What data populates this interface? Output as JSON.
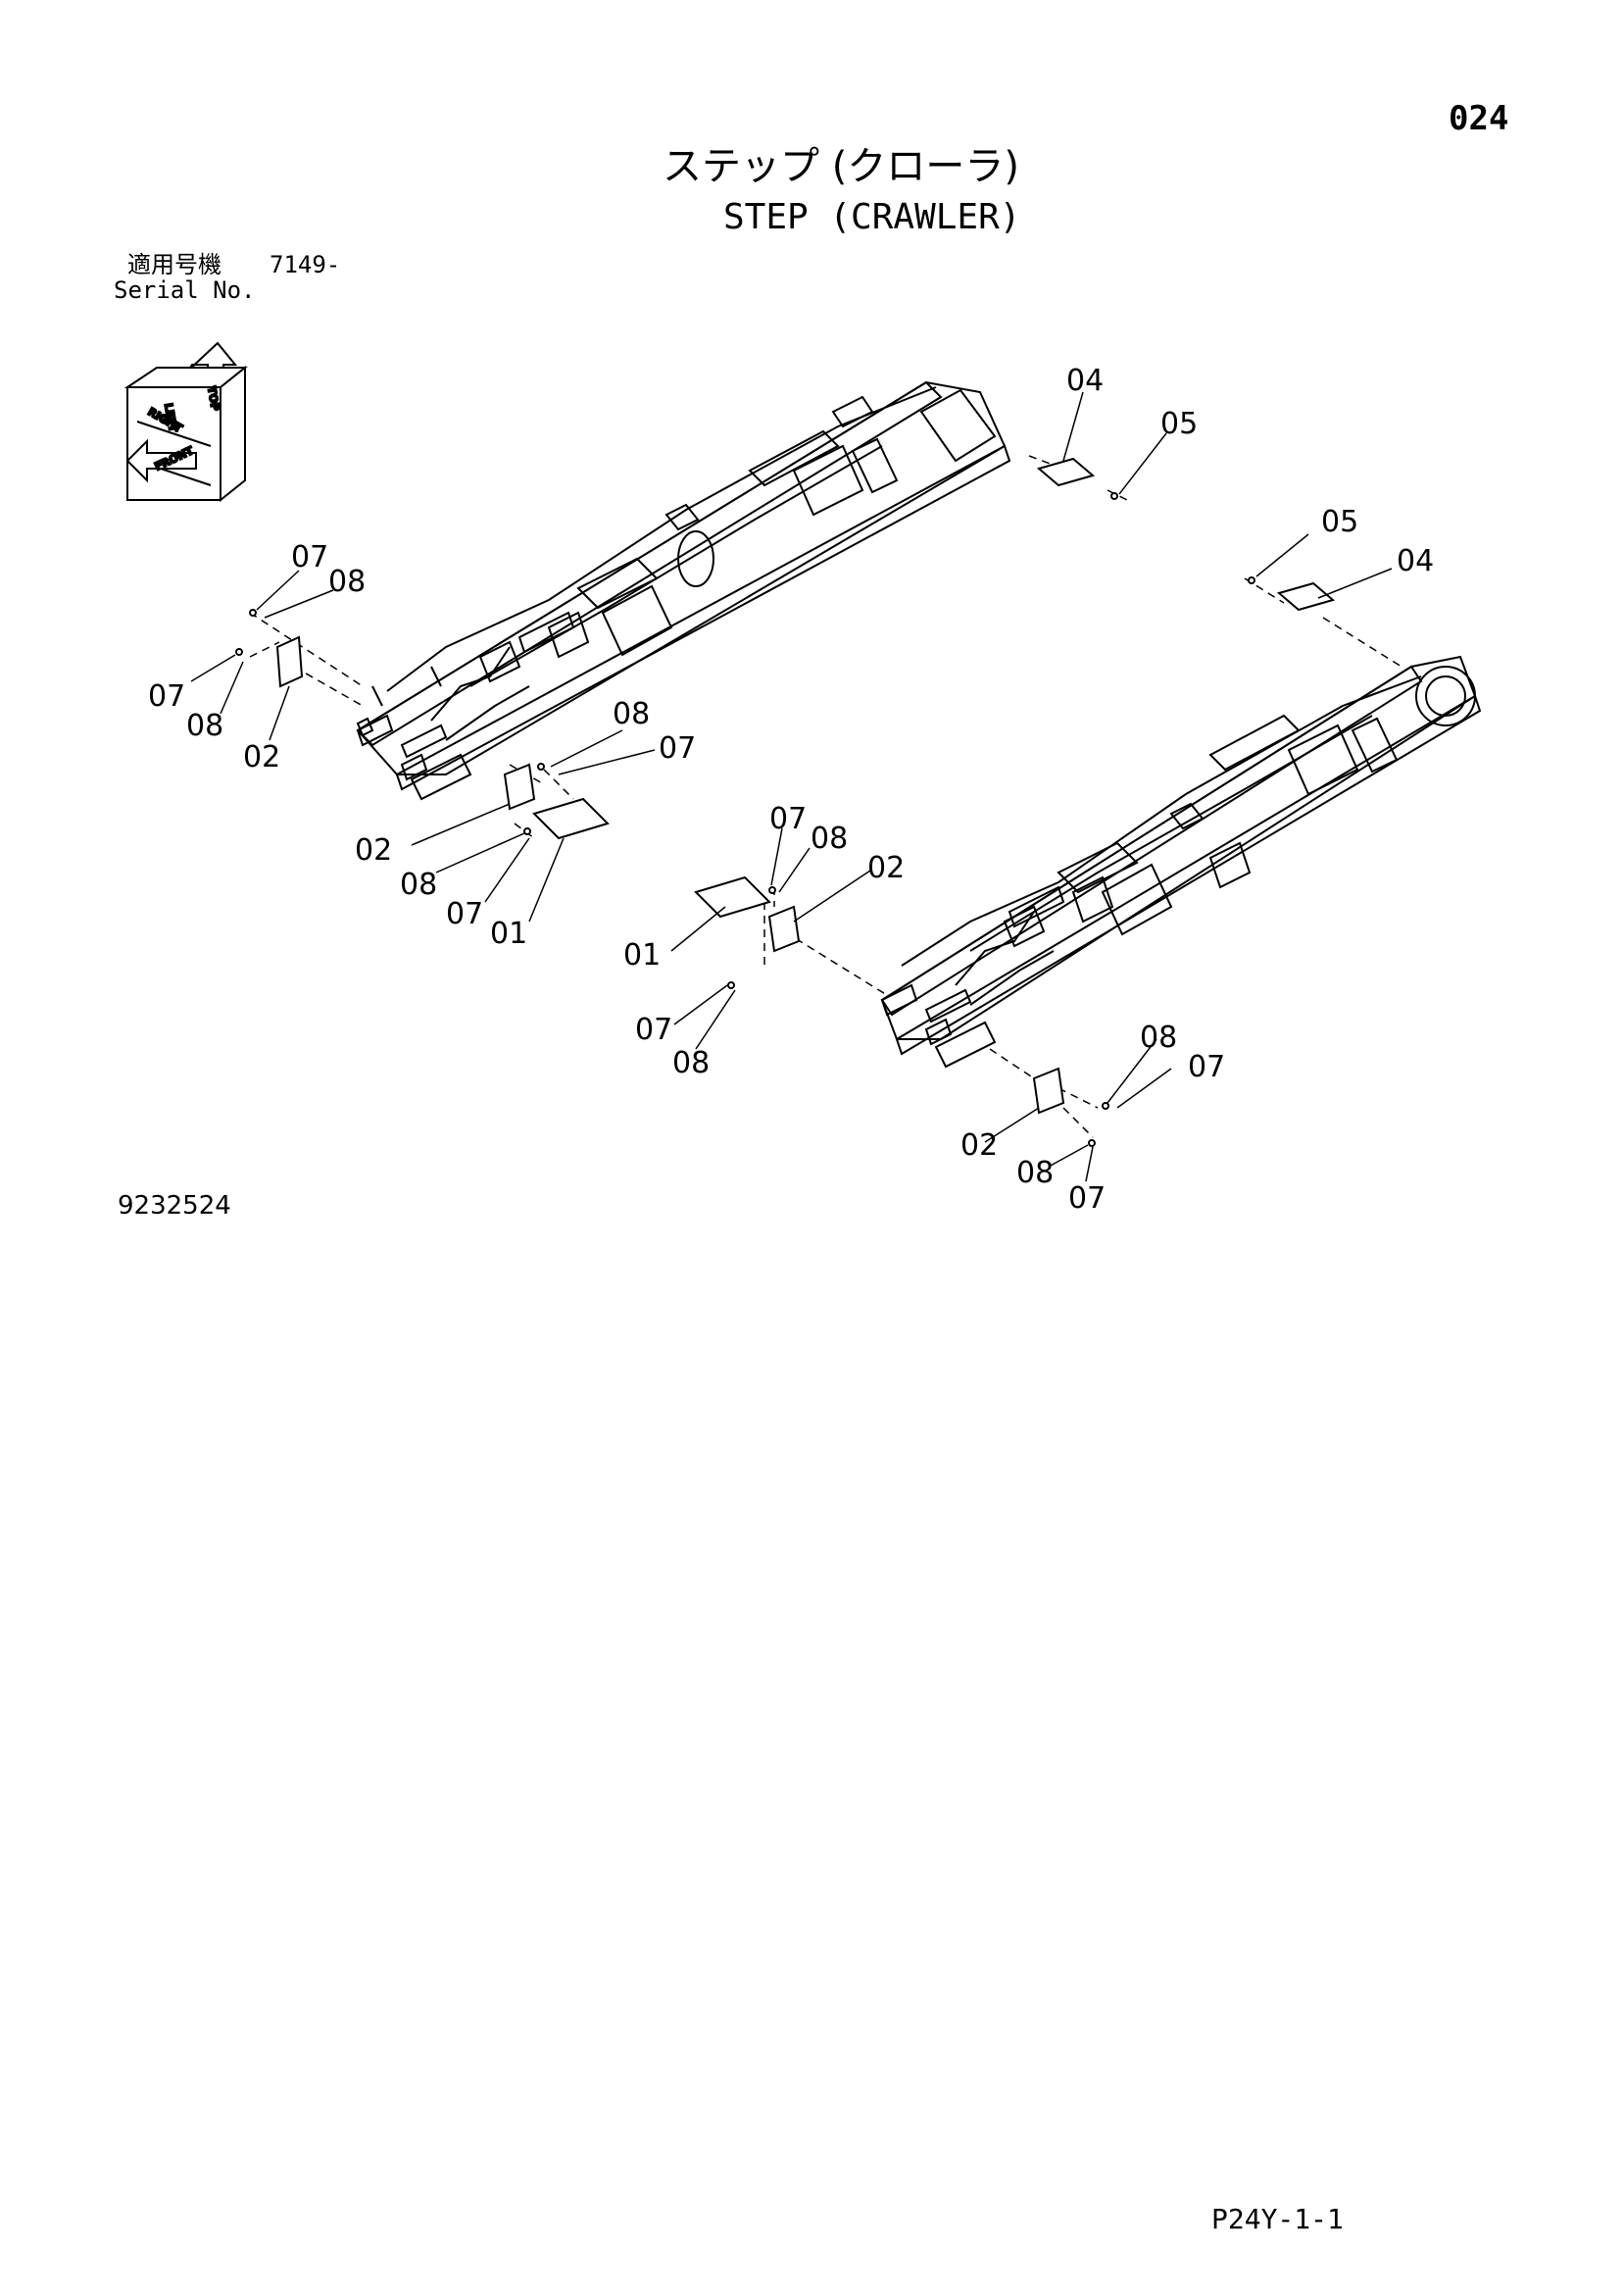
{
  "page": {
    "number": "024",
    "title_jp": "ステップ (クローラ)",
    "title_en": "STEP (CRAWLER)",
    "serial_label_jp": "適用号機",
    "serial_value": "7149-",
    "serial_label_en": "Serial No.",
    "drawing_number": "9232524",
    "sheet_ref": "P24Y-1-1"
  },
  "orientation": {
    "labels": [
      "TOP",
      "RIGHT",
      "FRONT",
      "LEFT"
    ]
  },
  "callouts": {
    "c1": "07",
    "c2": "08",
    "c3": "07",
    "c4": "08",
    "c5": "02",
    "c6": "08",
    "c7": "07",
    "c8": "02",
    "c9": "08",
    "c10": "07",
    "c11": "01",
    "c12": "04",
    "c13": "05",
    "c14": "05",
    "c15": "04",
    "c16": "07",
    "c17": "08",
    "c18": "02",
    "c19": "01",
    "c20": "07",
    "c21": "08",
    "c22": "08",
    "c23": "07",
    "c24": "02",
    "c25": "08",
    "c26": "07"
  }
}
